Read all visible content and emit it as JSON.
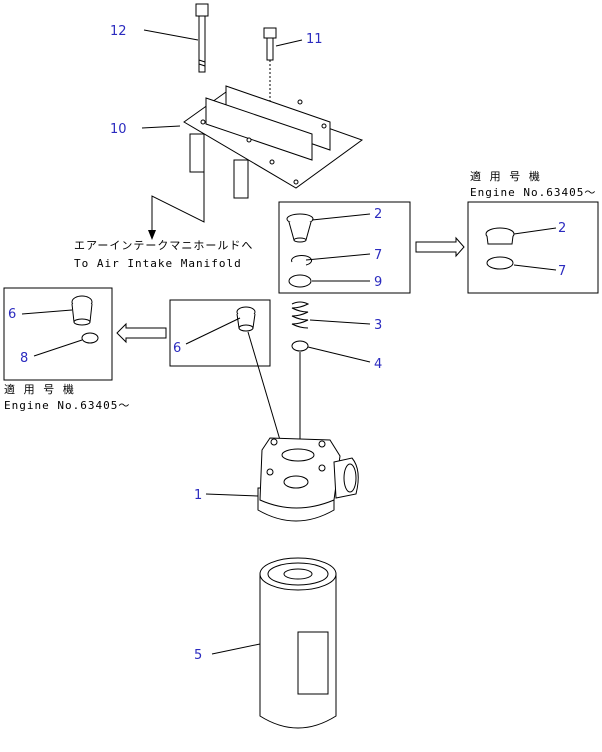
{
  "callouts": {
    "c1": "1",
    "c2a": "2",
    "c2b": "2",
    "c3": "3",
    "c4": "4",
    "c5": "5",
    "c6a": "6",
    "c6b": "6",
    "c7a": "7",
    "c7b": "7",
    "c8": "8",
    "c9": "9",
    "c10": "10",
    "c11": "11",
    "c12": "12"
  },
  "notes": {
    "manifold_jp": "エアーインテークマニホールドへ",
    "manifold_en": "To Air Intake Manifold",
    "applicable_jp_right": "適 用 号 機",
    "engine_no_right": "Engine No.63405～",
    "applicable_jp_left": "適 用 号 機",
    "engine_no_left": "Engine No.63405～"
  },
  "colors": {
    "callout": "#2b2bbf",
    "line": "#000000"
  }
}
